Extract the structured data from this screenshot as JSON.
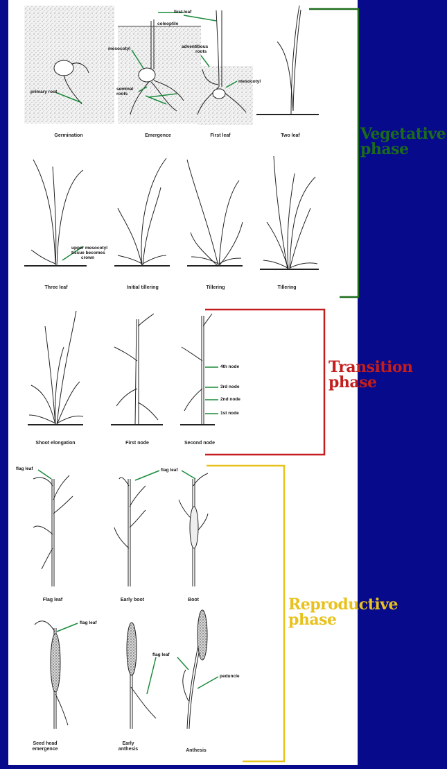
{
  "colors": {
    "background": "#070a8a",
    "vegetative": "#1b6b1b",
    "transition": "#c41d1d",
    "reproductive": "#e8c21c",
    "arrow": "#1a8a3a"
  },
  "phases": {
    "vegetative": {
      "line1": "Vegetative",
      "line2": "phase"
    },
    "transition": {
      "line1": "Transition",
      "line2": "phase"
    },
    "reproductive": {
      "line1": "Reproductive",
      "line2": "phase"
    }
  },
  "stages": {
    "germination": "Germination",
    "emergence": "Emergence",
    "first_leaf": "First leaf",
    "two_leaf": "Two leaf",
    "three_leaf": "Three leaf",
    "initial_tillering": "Initial tillering",
    "tillering_1": "Tillering",
    "tillering_2": "Tillering",
    "shoot_elongation": "Shoot elongation",
    "first_node": "First node",
    "second_node": "Second node",
    "flag_leaf": "Flag leaf",
    "early_boot": "Early boot",
    "boot": "Boot",
    "seed_head_1": "Seed head",
    "seed_head_2": "emergence",
    "early_anthesis_1": "Early",
    "early_anthesis_2": "anthesis",
    "anthesis": "Anthesis"
  },
  "annotations": {
    "primary_root": "primary root",
    "first_leaf": "first leaf",
    "coleoptile": "coleoptile",
    "mesocotyl_a": "mesocotyl",
    "adventitious_1": "adventitious",
    "adventitious_2": "roots",
    "mesocotyl_b": "mesocotyl",
    "seminal_1": "seminal",
    "seminal_2": "roots",
    "upper_meso_1": "upper mesocotyl",
    "upper_meso_2": "tissue becomes",
    "upper_meso_3": "crown",
    "node_4": "4th node",
    "node_3": "3rd node",
    "node_2": "2nd node",
    "node_1": "1st node",
    "flag_leaf_a": "flag leaf",
    "flag_leaf_b": "flag leaf",
    "flag_leaf_c": "flag leaf",
    "flag_leaf_d": "flag leaf",
    "peduncle": "peduncle"
  }
}
